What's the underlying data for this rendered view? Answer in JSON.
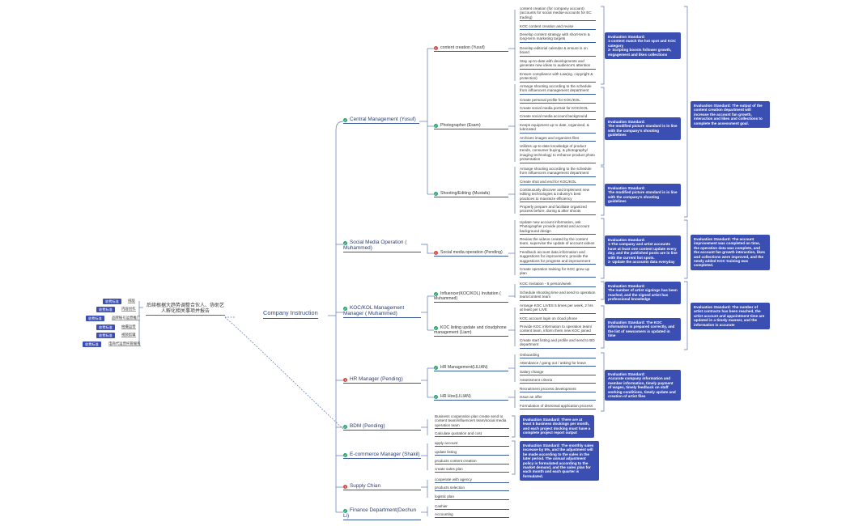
{
  "root": "Company Instruction",
  "center_topic": "后续根据大趋势调整合伙人、协助艺人孵化相关事项并报告",
  "branches": {
    "central": "Central Management (Yusuf)",
    "social": "Social Media Operation ( Muhammed)",
    "koc": "KOC/KOL Management Manager ( Muhammed)",
    "hr": "HR Manager (Pending)",
    "bdm": "BDM (Pending)",
    "ecom": "E-commerce Manager (Shakil)",
    "supply": "Supply Chian",
    "finance": "Finance Department(Dechun Li)"
  },
  "sub": {
    "content": "content creation (Yusuf)",
    "photographer": "Photographer (Esam)",
    "shooting": "Shooting/Editing (Mustafa)",
    "socialop": "Social media operation (Pending)",
    "influencer": "Influencer(KOC/KOL) Invitation ( Muhammed)",
    "listing": "KOC listing update and cloudphone management (Liam)",
    "hrmgmt": "HR Management(LILIAN)",
    "hrhire": "HR Hire(LILIAN)"
  },
  "tasks": {
    "content": [
      "content creation (for company account) (accounts for social media+accounts for EC trading)",
      "KOC content creation and revise",
      "Develop content strategy with short-term & long-term marketing targets",
      "Develop editorial calendar & ensure is on board",
      "Stay up-to-date with developments and generate new ideas to audience's attention",
      "Ensure compliance with Law(eg. copyright & protection)"
    ],
    "photographer": [
      "Arrange shooting according to the schedule from influencers management department",
      "Create personal profile for KOC/KOL",
      "Create social media portrait for KOC/KOL",
      "Create social media account background",
      "Keeps equipment up to date, organized, & lubricated",
      "Archives images and organizes files",
      "Utilizes up-to-date knowledge of product trends, consumer buying, & photography/ imaging technology to enhance product photo presentation"
    ],
    "shooting": [
      "Arrange shooting according to the schedule from influencers management department",
      "Create shot and end for KOC/KOL",
      "Continuously discover and implement new editing technologies & industry's best practices to maximize efficiency",
      "Properly prepare and facilitate organized process before, during & after shoots"
    ],
    "socialop": [
      "Update new account information, ask Photographer provide portrait and account background design",
      "Review the videos created by the content team, supervise the update of account videos",
      "Feedback account data information and suggestions for improvement, provide the suggestions for progress and improvement",
      "Create operation training for KOC grow up plan"
    ],
    "influencer": [
      "KOC Invitation - 5 person/week",
      "Schedule shooting time and send to operation team/content team"
    ],
    "listing": [
      "Arrange KOC LIVES 5 times per week, 2 hrs at least per LIVE",
      "KOC account login on cloud phone",
      "Provide KOC information to operation team/ content team, inform them new KOC joined",
      "Create start listing and profile and send to BD department"
    ],
    "hrmgmt": [
      "Onboarding",
      "Attendance / going out / asking for leave",
      "Salary change",
      "Assessment criteria"
    ],
    "hrhire": [
      "Recruitment process development",
      "Issue an offer",
      "Formulation of dismissal application process"
    ],
    "bdm": [
      "Business cooperation plan create send to content team/influencers team/social media operation team",
      "Calculate quotation and cost"
    ],
    "ecom": [
      "apply account",
      "update listing",
      "products content creation",
      "create sales plan"
    ],
    "supply": [
      "cooperate with agency",
      "products selection",
      "logistic plan"
    ],
    "finance": [
      "Cashier",
      "Accounting"
    ]
  },
  "evals": {
    "content": "Evaluation Standard:\n1-content match the hot spot and KOC category\n2- Scripting boosts follower growth, engagement and likes collections",
    "photographer": "Evaluation Standard:\nThe modified picture standard is in line with the company's shooting guidelines",
    "shooting": "Evaluation Standard:\nThe modified picture standard is in line with the company's shooting guidelines",
    "central": "Evaluation Standard: The output of the content creation department will increase the account fan growth, interaction and likes and collections to complete the assessment goal.",
    "socialop": "Evaluation Standard:\n1-The company and artist accounts have at least one content update every day, and the published posts are in line with the current hot spots.\n2- Update the accounts data everyday",
    "social": "Evaluation Standard: The account improvement was completed on time, the operation data was complete, and the account fan growth interaction, likes and collections were improved, and the newly added KOC training was completed.",
    "influencer": "Evaluation Standard:\nThe number of artist signings has been reached, and the signed artist has professional knowledge",
    "listing": "Evaluation Standard: The KOC information is prepared correctly, and the list of newcomers is updated in time",
    "koc": "Evaluation Standard: The number of artist contracts has been reached, the artist account and appointment time are updated in a timely manner, and the information is accurate",
    "hr": "Evaluation Standard:\nAccurate company information and member information, timely payment of wages, timely feedback on staff working conditions, timely update and creation of artist files",
    "bdm": "Evaluation Standard: There are at least 5 business dockings per month, and each project docking must have a complete project report output",
    "ecom": "Evaluation Standard: The monthly sales increase by 5%, and the adjustment will be made according to the sales in the later period. The annual adjustment policy is formulated according to the market demand, and the sales plan for each month and each quarter is formulated."
  },
  "left_cn": [
    {
      "tag": "收费标准",
      "text": "排版"
    },
    {
      "tag": "收费标准",
      "text": "内容创作"
    },
    {
      "tag": "收费标准",
      "text": "品牌账号运营推广"
    },
    {
      "tag": "收费标准",
      "text": "拍摄运营"
    },
    {
      "tag": "收费标准",
      "text": "视频剪辑"
    },
    {
      "tag": "收费标准",
      "text": "电商代运营托管服务"
    }
  ],
  "colors": {
    "accent": "#3b4fb2",
    "line": "#3a5a9a",
    "green": "#27a36b",
    "red": "#e0473c"
  }
}
